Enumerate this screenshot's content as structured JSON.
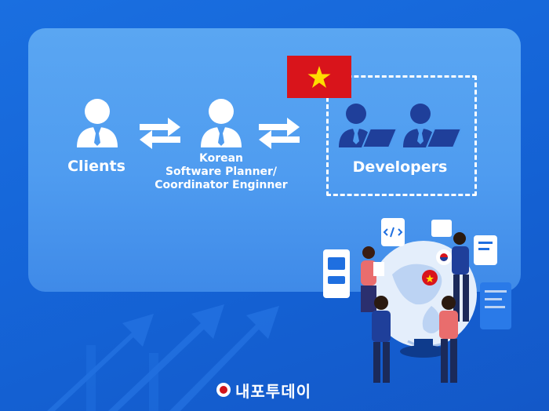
{
  "diagram": {
    "clients_label": "Clients",
    "planner_label_lines": [
      "Korean",
      "Software Planner/",
      "Coordinator Enginner"
    ],
    "developers_label": "Developers"
  },
  "footer": {
    "logo_text": "내포투데이"
  },
  "icons": {
    "client": "person-icon",
    "planner": "person-icon",
    "developer": "developer-at-laptop-icon",
    "exchange": "bidirectional-arrows-icon",
    "flag": "vietnam-flag-icon"
  },
  "colors": {
    "background": "#1565d8",
    "panel": "#4f9cf0",
    "person": "#ffffff",
    "developer": "#1f3f9a",
    "flag_red": "#d9141b",
    "flag_star": "#ffdd00"
  }
}
